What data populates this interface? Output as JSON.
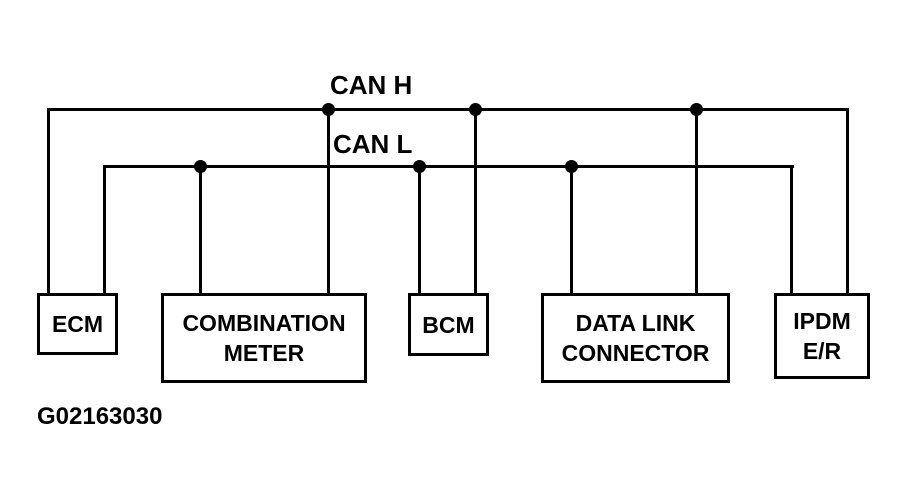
{
  "diagram": {
    "buses": [
      {
        "name": "CAN H"
      },
      {
        "name": "CAN L"
      }
    ],
    "nodes": [
      {
        "lines": [
          "ECM"
        ]
      },
      {
        "lines": [
          "COMBINATION",
          "METER"
        ]
      },
      {
        "lines": [
          "BCM"
        ]
      },
      {
        "lines": [
          "DATA LINK",
          "CONNECTOR"
        ]
      },
      {
        "lines": [
          "IPDM",
          "E/R"
        ]
      }
    ],
    "figure_id": "G02163030",
    "colors": {
      "line": "#000000",
      "background": "#ffffff",
      "text": "#000000"
    }
  }
}
